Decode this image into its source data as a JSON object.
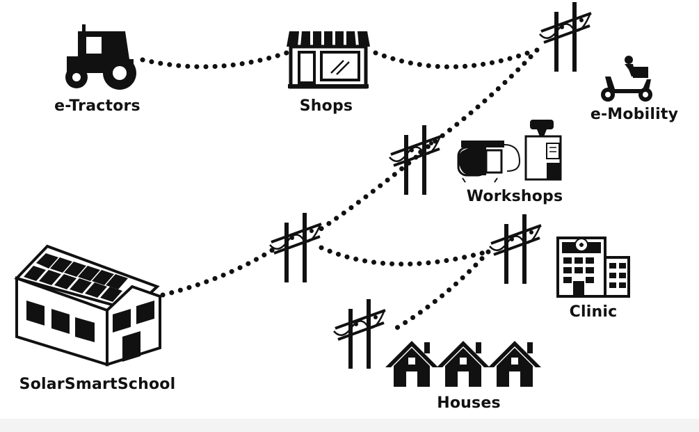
{
  "labels": {
    "tractors": "e-Tractors",
    "shops": "Shops",
    "emobility": "e-Mobility",
    "workshops": "Workshops",
    "school": "SolarSmartSchool",
    "clinic": "Clinic",
    "houses": "Houses"
  },
  "colors": {
    "ink": "#111111",
    "background": "#ffffff"
  },
  "icons": [
    "tractor-icon",
    "shop-icon",
    "scooter-icon",
    "compressor-icon",
    "machine-icon",
    "school-icon",
    "clinic-icon",
    "house-icon",
    "utility-pole-icon"
  ]
}
